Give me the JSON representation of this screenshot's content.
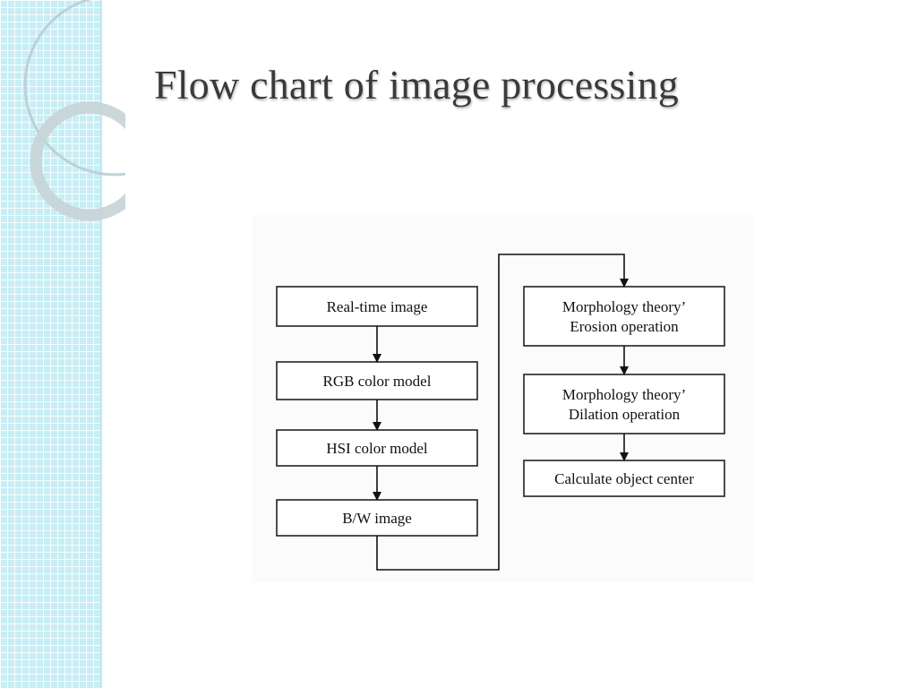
{
  "slide": {
    "title": "Flow chart of image processing"
  },
  "flowchart": {
    "nodes": [
      {
        "id": "realtime",
        "lines": [
          "Real-time image"
        ]
      },
      {
        "id": "rgb",
        "lines": [
          "RGB color model"
        ]
      },
      {
        "id": "hsi",
        "lines": [
          "HSI color model"
        ]
      },
      {
        "id": "bw",
        "lines": [
          "B/W image"
        ]
      },
      {
        "id": "erosion",
        "lines": [
          "Morphology theory’",
          "Erosion operation"
        ]
      },
      {
        "id": "dilation",
        "lines": [
          "Morphology theory’",
          "Dilation operation"
        ]
      },
      {
        "id": "center",
        "lines": [
          "Calculate object center"
        ]
      }
    ],
    "edges": [
      {
        "from": "realtime",
        "to": "rgb"
      },
      {
        "from": "rgb",
        "to": "hsi"
      },
      {
        "from": "hsi",
        "to": "bw"
      },
      {
        "from": "bw",
        "to": "erosion"
      },
      {
        "from": "erosion",
        "to": "dilation"
      },
      {
        "from": "dilation",
        "to": "center"
      }
    ]
  },
  "colors": {
    "strip": "#c8eef5",
    "title": "#3a3a3a",
    "box_stroke": "#222222"
  }
}
